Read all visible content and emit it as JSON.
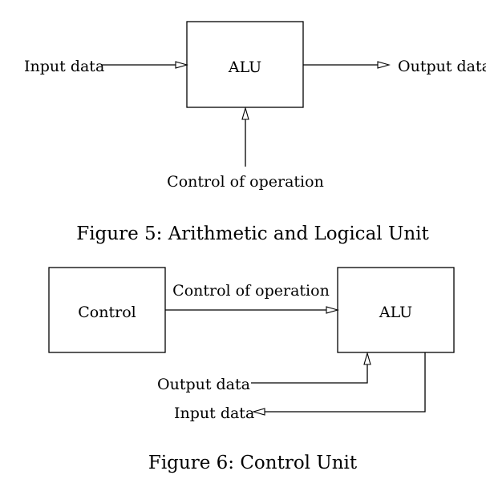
{
  "figure5": {
    "alu_label": "ALU",
    "input_label": "Input data",
    "output_label": "Output data",
    "control_label": "Control of operation",
    "caption": "Figure 5: Arithmetic and Logical Unit"
  },
  "figure6": {
    "control_box_label": "Control",
    "alu_label": "ALU",
    "control_signal_label": "Control of operation",
    "output_label": "Output data",
    "input_label": "Input data",
    "caption": "Figure 6: Control Unit"
  }
}
